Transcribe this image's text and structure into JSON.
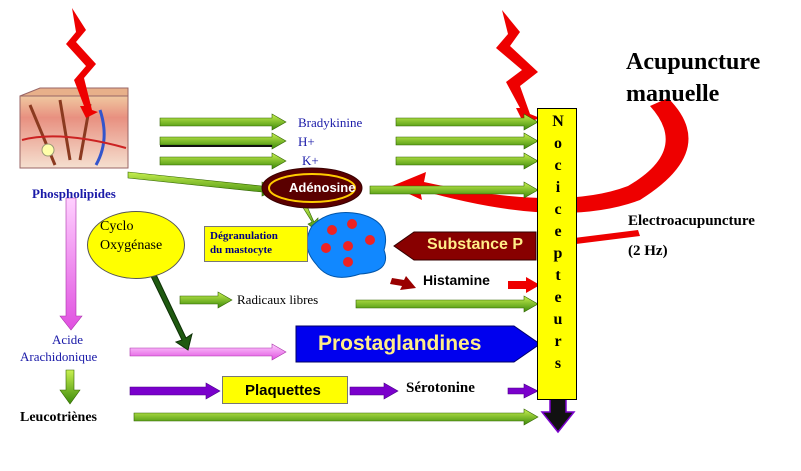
{
  "title": {
    "line1": "Acupuncture",
    "line2": "manuelle"
  },
  "electro": {
    "line1": "Electroacupuncture",
    "line2": "(2 Hz)"
  },
  "receptor_label": [
    "N",
    "o",
    "c",
    "i",
    "c",
    "e",
    "p",
    "t",
    "e",
    "u",
    "r",
    "s"
  ],
  "labels": {
    "phospholipides": "Phospholipides",
    "bradykinine": "Bradykinine",
    "h_plus": "H+",
    "k_plus": "K+",
    "adenosine": "Adénosine",
    "cyclo1": "Cyclo",
    "cyclo2": "Oxygénase",
    "degranulation1": "Dégranulation",
    "degranulation2": "du mastocyte",
    "substance_p": "Substance P",
    "histamine": "Histamine",
    "radicaux": "Radicaux libres",
    "acide1": "Acide",
    "acide2": "Arachidonique",
    "prostaglandines": "Prostaglandines",
    "plaquettes": "Plaquettes",
    "serotonine": "Sérotonine",
    "leucotrienes": "Leucotriènes"
  },
  "colors": {
    "green_arrow": "#7dc21e",
    "pink_arrow": "#ff88ee",
    "purple_arrow": "#7a00cc",
    "red_lightning": "#ee0000",
    "noci_bar": "#ffff00",
    "prostaglandines_box": "#0000ee",
    "substance_p_box": "#880000",
    "adenosine_oval": "#5a0000",
    "mastocyte": "#1188ff"
  },
  "icons": {
    "skin": "skin-cross-section-icon",
    "needle": "red-lightning-needle-icon",
    "mastocyte": "mastocyte-cell-icon"
  }
}
